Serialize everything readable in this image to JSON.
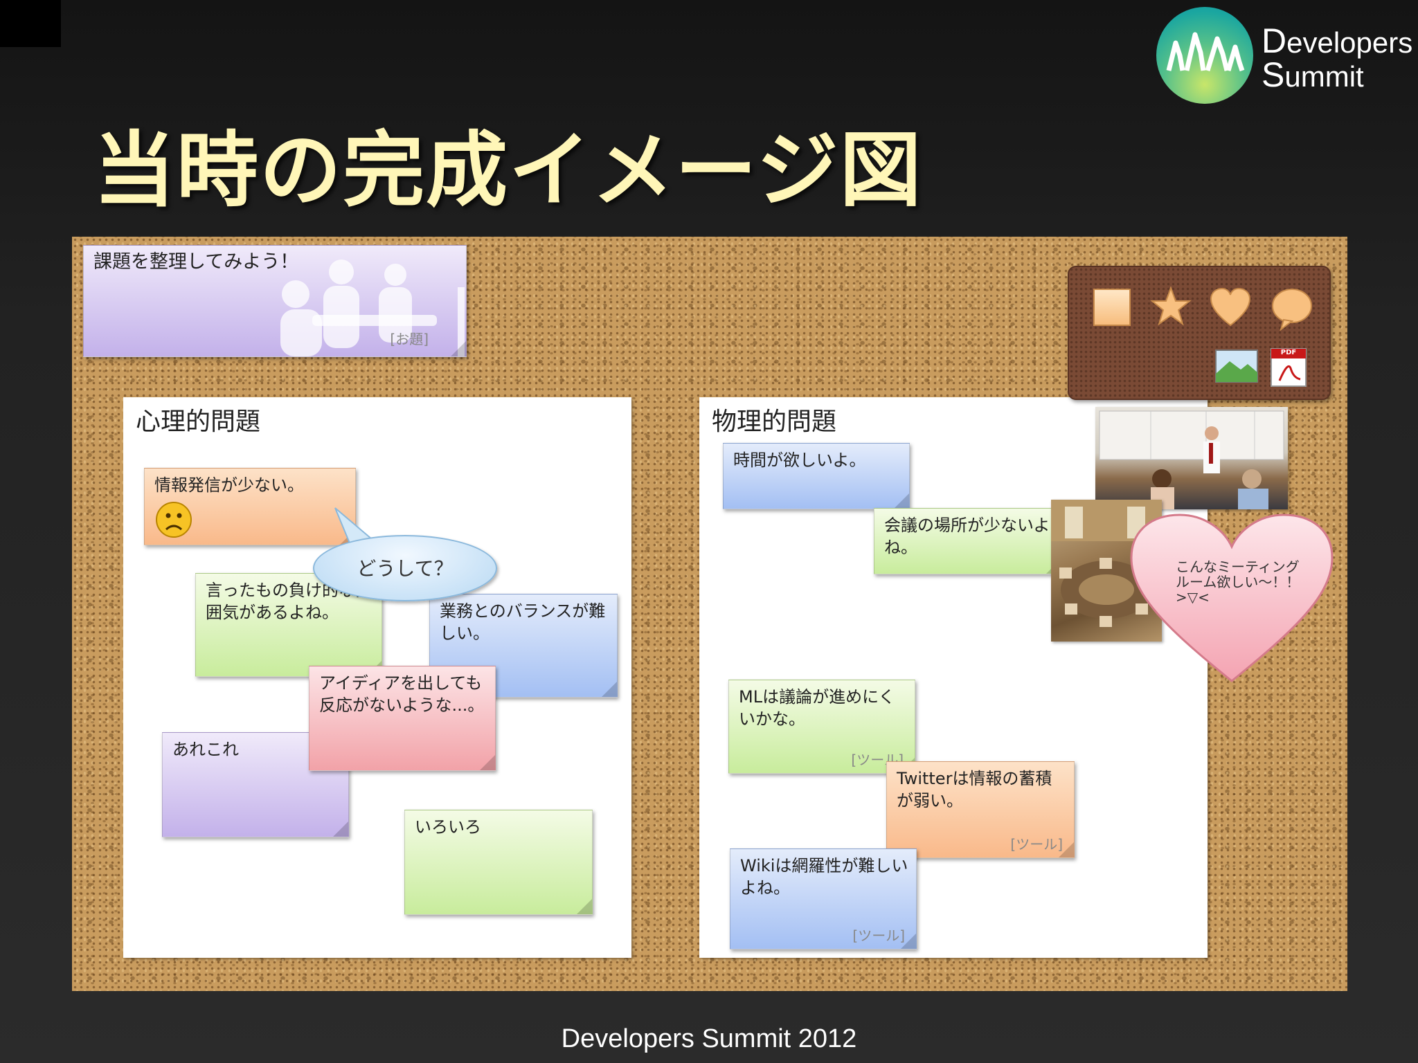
{
  "logo": {
    "line1_cap": "D",
    "line1_rest": "evelopers",
    "line2_cap": "S",
    "line2_rest": "ummit"
  },
  "title": "当時の完成イメージ図",
  "footer": "Developers Summit 2012",
  "topic_card": {
    "text": "課題を整理してみよう！",
    "tag": "[お題]"
  },
  "left_panel": {
    "title": "心理的問題",
    "notes": [
      {
        "text": "情報発信が少ない。"
      },
      {
        "text": "言ったもの負け的な雰囲気があるよね。"
      },
      {
        "text": "業務とのバランスが難しい。"
      },
      {
        "text": "アイディアを出しても反応がないような...。"
      },
      {
        "text": "あれこれ"
      },
      {
        "text": "いろいろ"
      }
    ],
    "bubble": "どうして？"
  },
  "right_panel": {
    "title": "物理的問題",
    "notes": [
      {
        "text": "時間が欲しいよ。"
      },
      {
        "text": "会議の場所が少ないよね。"
      },
      {
        "text": "MLは議論が進めにくいかな。",
        "tag": "[ツール]"
      },
      {
        "text": "Twitterは情報の蓄積が弱い。",
        "tag": "[ツール]"
      },
      {
        "text": "Wikiは網羅性が難しいよね。",
        "tag": "[ツール]"
      }
    ],
    "heart_text": "こんなミーティングルーム欲しい～！！>▽<"
  },
  "toolbox": {
    "tools": [
      "square-icon",
      "star-icon",
      "heart-icon",
      "speech-bubble-icon",
      "image-icon",
      "pdf-icon"
    ],
    "pdf_label": "PDF"
  },
  "colors": {
    "title": "#fff6b8",
    "cork": "#c99c5e",
    "toolbox": "#7a4a35"
  }
}
